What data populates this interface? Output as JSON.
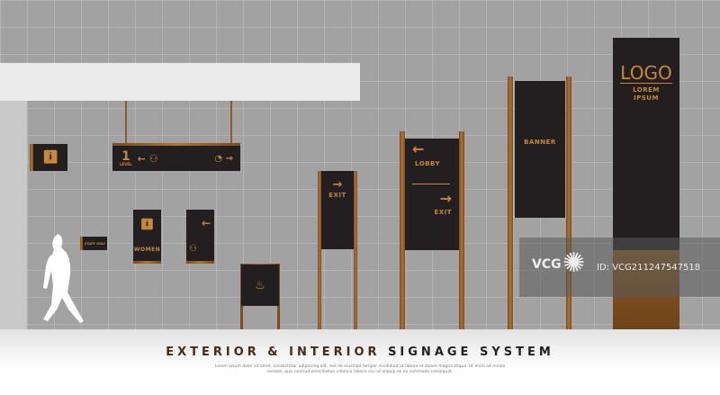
{
  "title": {
    "part1": "EXTERIOR & INTERIOR",
    "part2": "SIGNAGE SYSTEM"
  },
  "subtitle": "Lorem ipsum dolor sit amet, consectetur adipiscing elit, sed do eiusmod tempor incididunt ut labore et dolore magna aliqua. Ut enim ad minim veniam, quis nostrud exercitation ullamco laboris nisi ut aliquip ex ea commodo consequat.",
  "signs": {
    "level_number": "1",
    "level_label": "LEVEL",
    "staff": "STAFF ONLY",
    "women": "WOMEN",
    "exit": "EXIT",
    "lobby": "LOBBY",
    "lobby_exit": "EXIT",
    "banner": "BANNER",
    "logo": "LOGO",
    "logo_sub": "LOREM IPSUM"
  },
  "watermark": {
    "brand": "VCG",
    "id": "ID: VCG211247547518"
  },
  "colors": {
    "accent": "#c7883a",
    "panel": "#231f20",
    "wall": "#a2a2a2"
  }
}
